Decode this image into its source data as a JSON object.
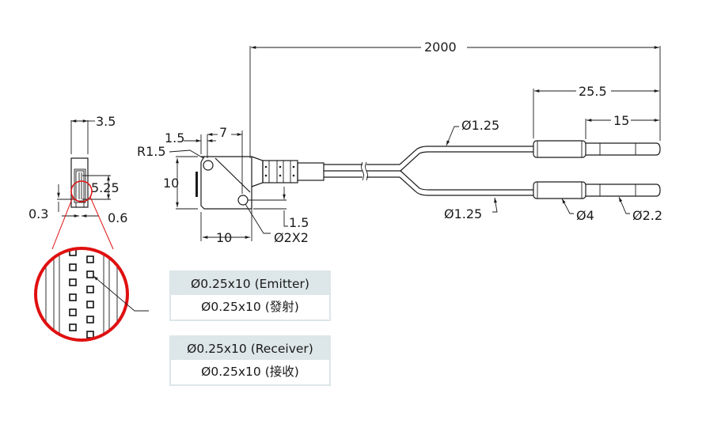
{
  "drawing": {
    "title": "Fiber optic sensor head dimensions",
    "colors": {
      "line": "#1a1a1a",
      "detail_circle": "#e01010",
      "label_header_bg": "#dde6e8"
    },
    "dimensions": {
      "side_width": "3.5",
      "pin_area_height": "5.25",
      "left_offset": "0.3",
      "right_offset": "0.6",
      "corner_offset": "1.5",
      "hole_spacing": "7",
      "corner_radius": "R1.5",
      "body_height": "10",
      "body_width": "10",
      "hole_bottom_offset": "1.5",
      "mounting_holes": "Ø2X2",
      "cable_length": "2000",
      "plug_length": "25.5",
      "tip_length": "15",
      "cable_dia_top": "Ø1.25",
      "cable_dia_bottom": "Ø1.25",
      "sleeve_dia": "Ø4",
      "tip_dia": "Ø2.2"
    },
    "labels": [
      {
        "header": "Ø0.25x10 (Emitter)",
        "body": "Ø0.25x10 (發射)"
      },
      {
        "header": "Ø0.25x10 (Receiver)",
        "body": "Ø0.25x10 (接收)"
      }
    ]
  }
}
